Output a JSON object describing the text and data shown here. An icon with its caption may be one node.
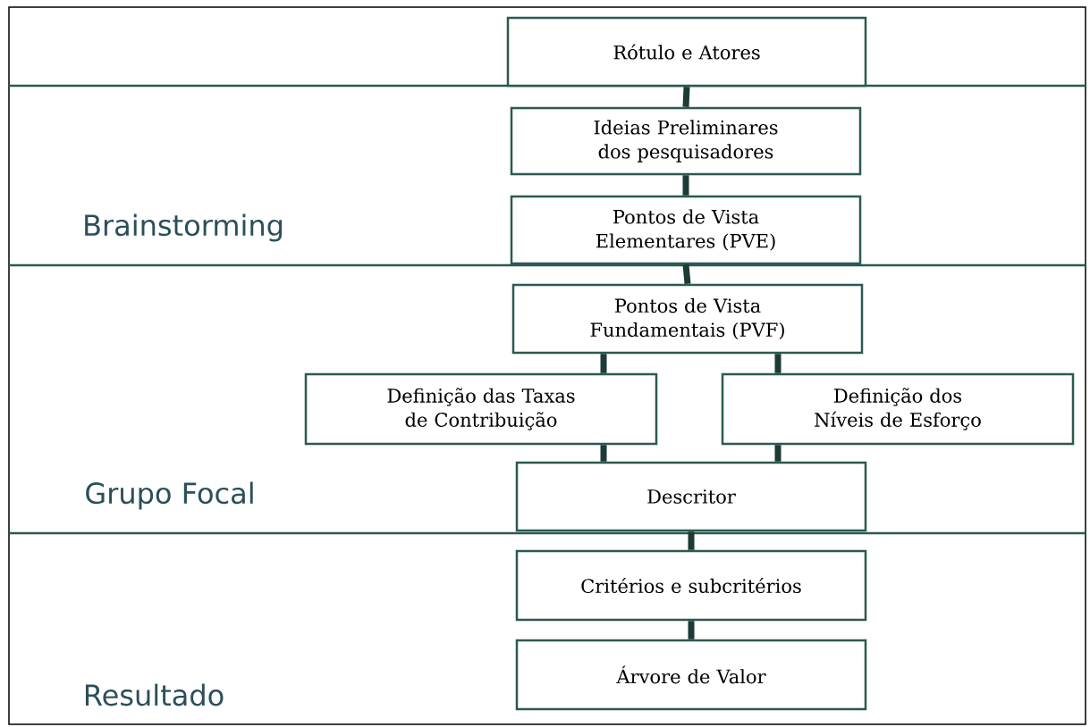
{
  "diagram": {
    "nodes": [
      {
        "text": [
          "Rótulo e Atores"
        ]
      },
      {
        "text": [
          "Ideias Preliminares dos pesquisadores"
        ]
      },
      {
        "text": [
          "Pontos de Vista Elementares (PVE)"
        ]
      },
      {
        "text": [
          "Pontos de Vista Fundamentais (PVF)"
        ]
      },
      {
        "text": [
          "Definição das Taxas de Contribuição"
        ]
      },
      {
        "text": [
          "Definição dos Níveis de Esforço"
        ]
      },
      {
        "text": [
          "Descritor"
        ]
      },
      {
        "text": [
          "Critérios e subcritérios"
        ]
      },
      {
        "text": [
          "Árvore de Valor"
        ]
      }
    ],
    "edges": [
      {
        "from": 0,
        "to": 1,
        "arrow": "none"
      },
      {
        "from": 1,
        "to": 2,
        "arrow": "none"
      },
      {
        "from": 2,
        "to": 3,
        "arrow": "none"
      },
      {
        "from": 3,
        "to": 4,
        "arrow": "none"
      },
      {
        "from": 3,
        "to": 5,
        "arrow": "none"
      },
      {
        "from": 4,
        "to": 6,
        "arrow": "none"
      },
      {
        "from": 5,
        "to": 6,
        "arrow": "none"
      },
      {
        "from": 6,
        "to": 7,
        "arrow": "none"
      },
      {
        "from": 7,
        "to": 8,
        "arrow": "none"
      }
    ],
    "labels": [
      "Brainstorming",
      "Grupo Focal",
      "Resultado"
    ]
  }
}
